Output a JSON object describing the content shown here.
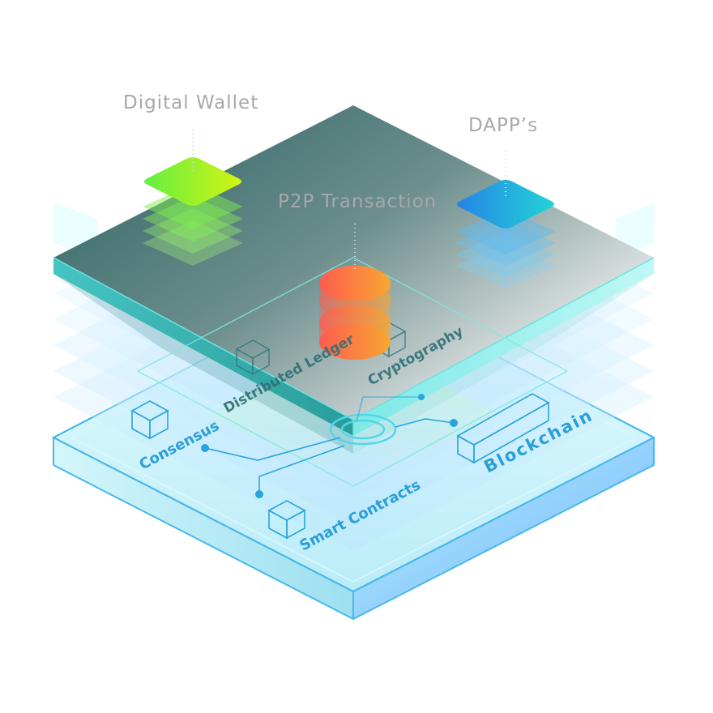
{
  "labels": {
    "digital_wallet": "Digital Wallet",
    "dapps": "DAPP’s",
    "p2p_transaction": "P2P Transaction",
    "distributed_ledger": "Distributed Ledger",
    "cryptography": "Cryptography",
    "consensus": "Consensus",
    "smart_contracts": "Smart Contracts",
    "blockchain": "Blockchain"
  },
  "colors": {
    "label_gray": "#a6a8ab",
    "wallet_stack": "#8ff040",
    "dapp_stack": "#2aa8e6",
    "p2p_coin": "#ff5f4a",
    "blockchain_text": "#2aa8e0",
    "platform_teal": "#55e3e0"
  }
}
